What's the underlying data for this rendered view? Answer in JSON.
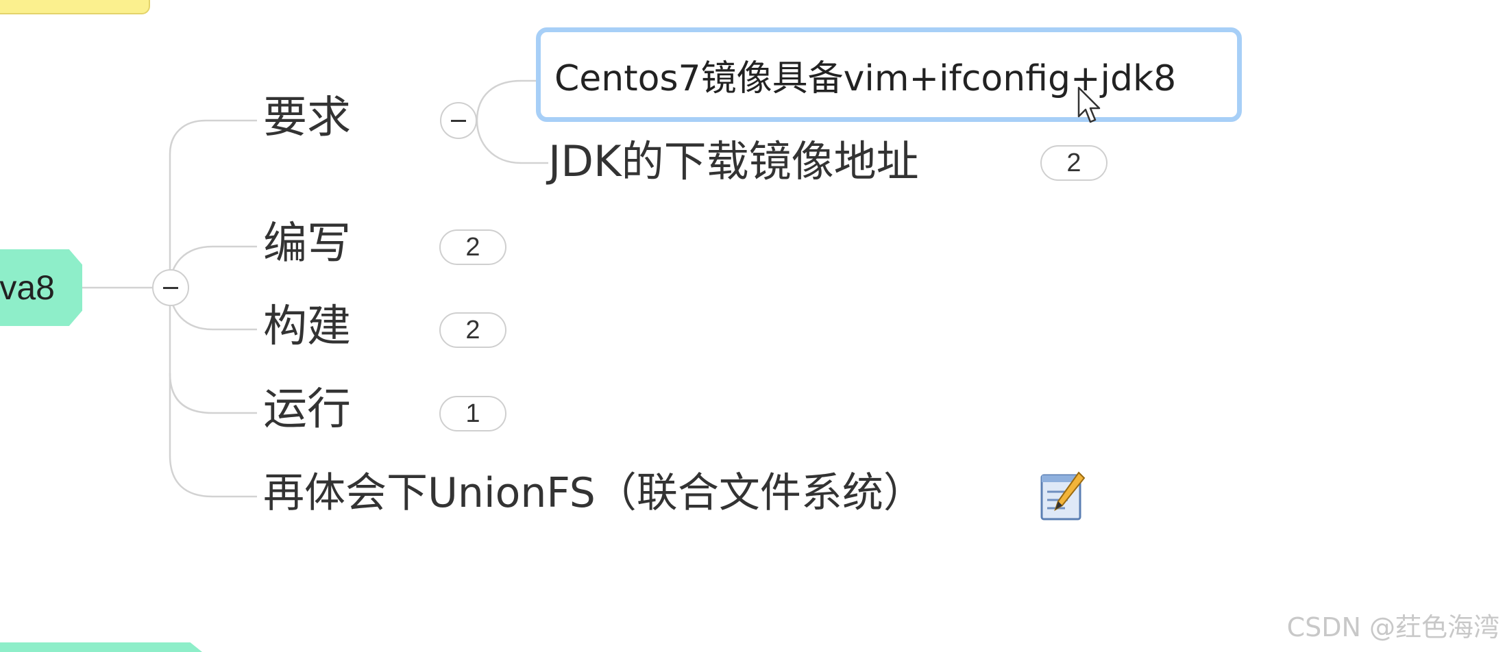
{
  "root": {
    "label": "va8"
  },
  "branches": [
    {
      "label": "要求"
    },
    {
      "label": "编写",
      "count": "2"
    },
    {
      "label": "构建",
      "count": "2"
    },
    {
      "label": "运行",
      "count": "1"
    },
    {
      "label": "再体会下UnionFS（联合文件系统）",
      "note_icon": "notepad-icon"
    }
  ],
  "requirements": {
    "selected_item": "Centos7镜像具备vim+ifconfig+jdk8",
    "second_item": "JDK的下载镜像地址",
    "second_item_count": "2"
  },
  "colors": {
    "root_fill": "#8eeec9",
    "top_topic_fill": "#fbf08e",
    "selection_border": "#a7cff7",
    "connector": "#d2d2d2"
  },
  "watermark": "CSDN @荭色海湾"
}
